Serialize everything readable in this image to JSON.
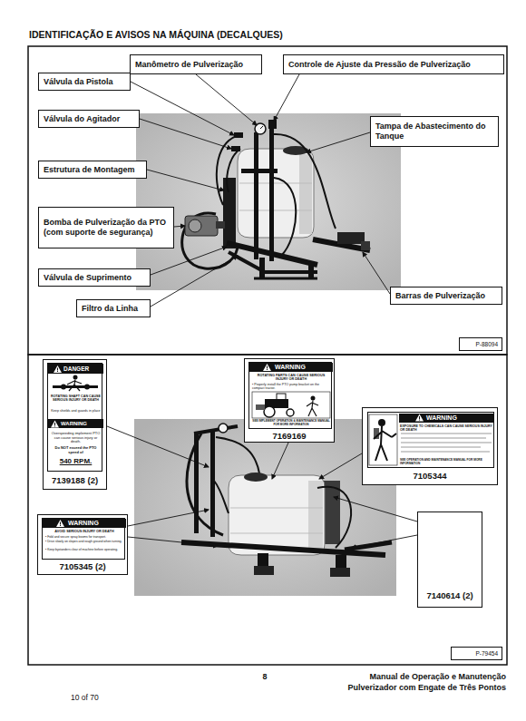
{
  "diagram": {
    "title": "IDENTIFICAÇÃO E AVISOS NA MÁQUINA (DECALQUES)",
    "nodes": [
      {
        "text": [
          "Manômetro de Pulverização"
        ]
      },
      {
        "text": [
          "Controle de Ajuste da Pressão de Pulverização"
        ]
      },
      {
        "text": [
          "Válvula da Pistola"
        ]
      },
      {
        "text": [
          "Válvula do Agitador"
        ]
      },
      {
        "text": [
          "Tampa de Abastecimento do Tanque"
        ]
      },
      {
        "text": [
          "Estrutura de Montagem"
        ]
      },
      {
        "text": [
          "Bomba de Pulverização da PTO (com suporte de segurança)"
        ]
      },
      {
        "text": [
          "Válvula de Suprimento"
        ]
      },
      {
        "text": [
          "Barras de Pulverização"
        ]
      },
      {
        "text": [
          "Filtro da Linha"
        ]
      },
      {
        "text": [
          "P-88094"
        ]
      },
      {
        "text": [
          "7139188 (2)"
        ]
      },
      {
        "text": [
          "DANGER",
          "ROTATING SHAFT CAN CAUSE SERIOUS INJURY OR DEATH",
          "Keep shields and guards in place",
          "WARNING",
          "Overspeeding implement PTO can cause serious injury or death.",
          "Do NOT exceed the PTO speed of",
          "540 RPM."
        ],
        "in": 11
      },
      {
        "text": [
          "7169169"
        ]
      },
      {
        "text": [
          "WARNING",
          "ROTATING PARTS CAN CAUSE SERIOUS INJURY OR DEATH",
          "• Properly install the PTO pump bracket on the compact tractor.",
          "SEE IMPLEMENT OPERATION & MAINTENANCE MANUAL FOR MORE INFORMATION"
        ],
        "in": 13
      },
      {
        "text": [
          "7105344"
        ]
      },
      {
        "text": [
          "WARNING",
          "EXPOSURE TO CHEMICALS CAN CAUSE SERIOUS INJURY OR DEATH",
          "SEE OPERATION AND MAINTENANCE MANUAL FOR MORE INFORMATION"
        ],
        "in": 15
      },
      {
        "text": [
          "7105345 (2)"
        ]
      },
      {
        "text": [
          "WARNING",
          "AVOID SERIOUS INJURY OR DEATH",
          "• Fold and secure spray booms for transport.",
          "• Drive slowly on slopes and rough ground when turning.",
          "• Keep bystanders clear of machine before operating."
        ],
        "in": 17
      },
      {
        "text": [
          "7140614 (2)"
        ]
      },
      {
        "text": [
          "P-79454"
        ]
      }
    ],
    "labels": [
      "8",
      "Manual de Operação e Manutenção",
      "Pulverizador com Engate de Três Pontos",
      "10 of 70"
    ]
  }
}
